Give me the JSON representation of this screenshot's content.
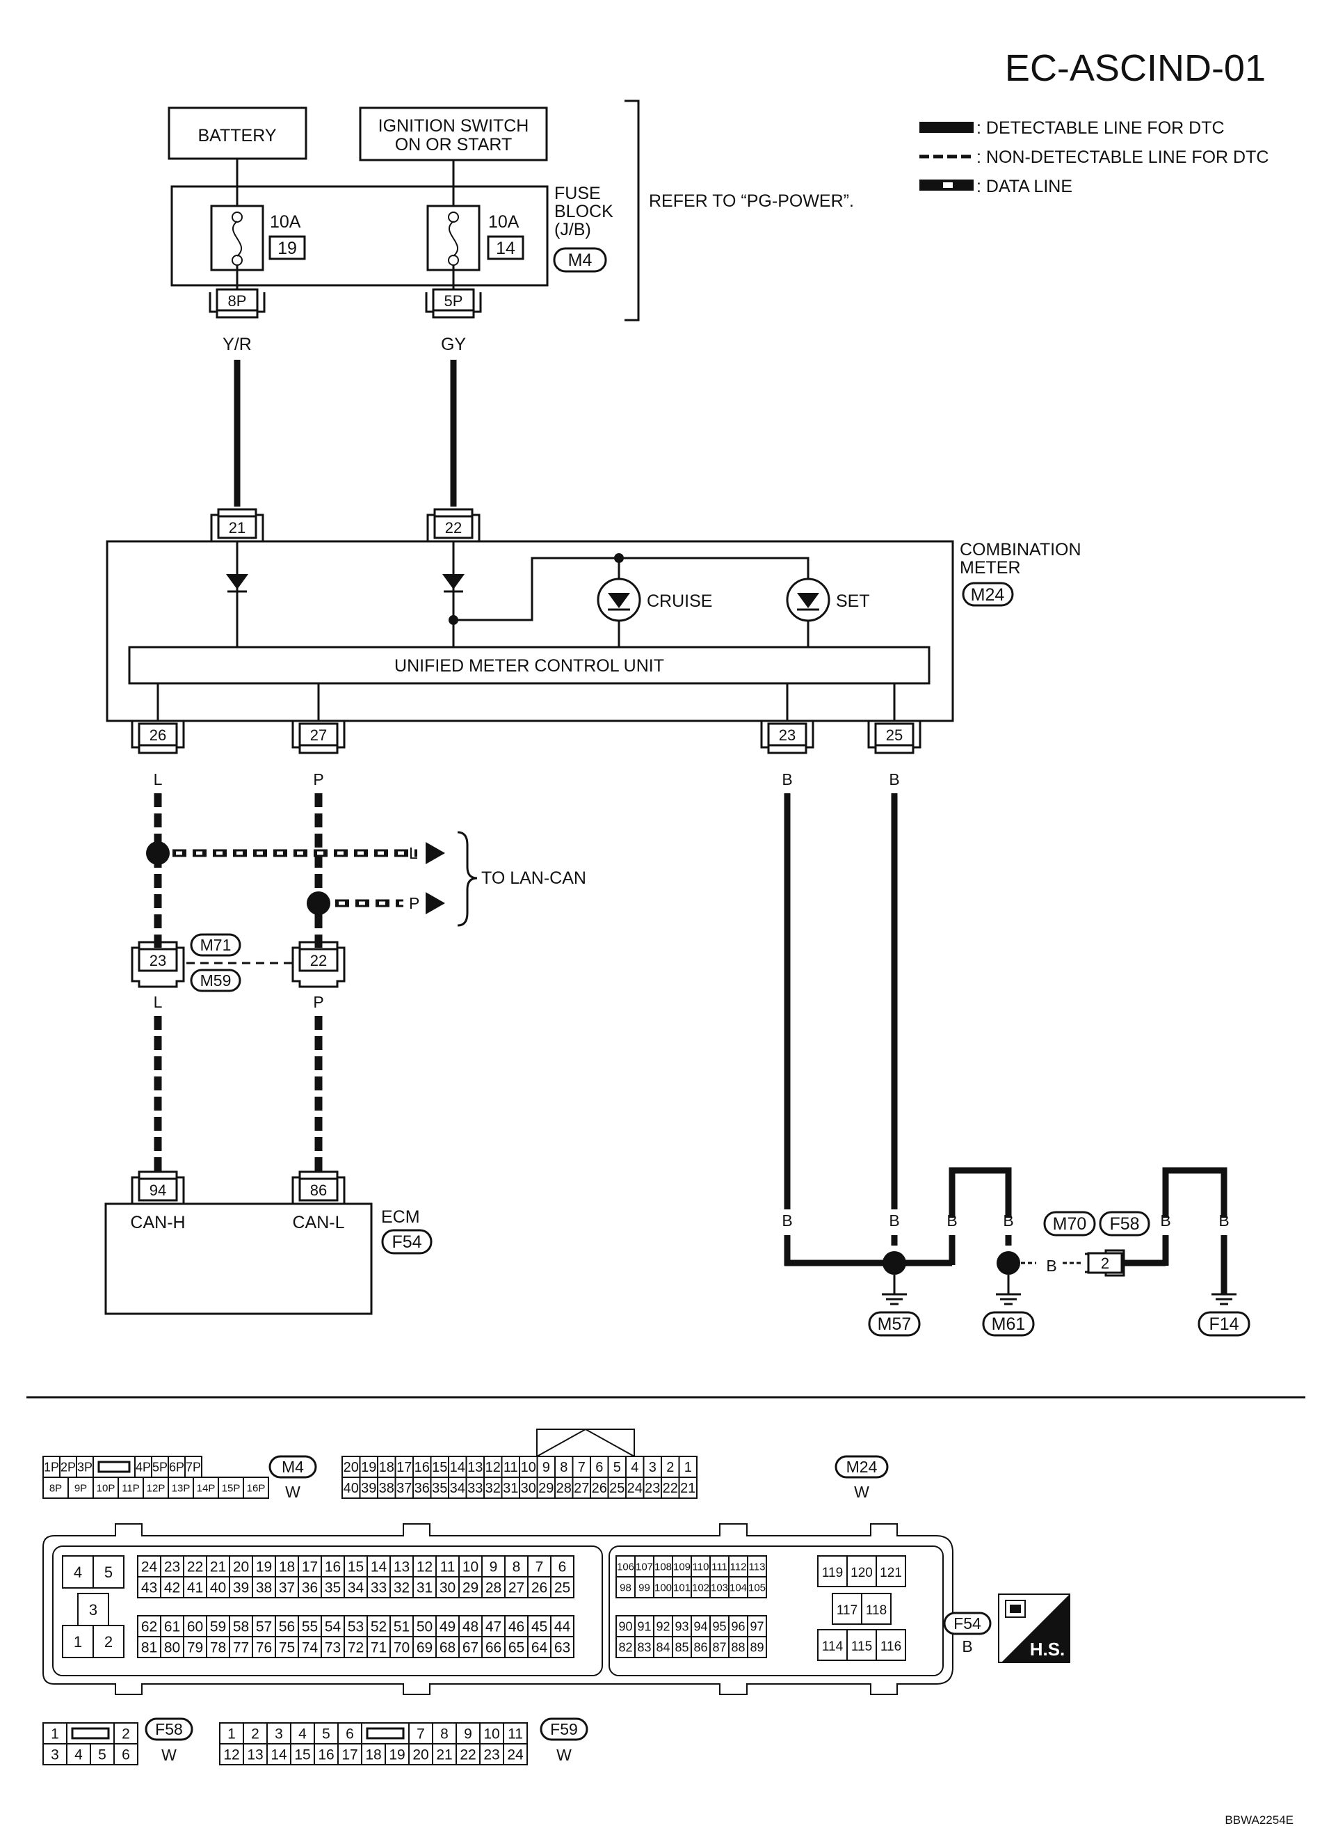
{
  "page_code": "EC-ASCIND-01",
  "legend": {
    "detectable": ": DETECTABLE LINE FOR DTC",
    "non_detectable": ": NON-DETECTABLE LINE FOR DTC",
    "data_line": ": DATA LINE"
  },
  "power": {
    "battery": "BATTERY",
    "ignition_line1": "IGNITION SWITCH",
    "ignition_line2": "ON OR START"
  },
  "fuse_block": {
    "line1": "FUSE",
    "line2": "BLOCK",
    "line3": "(J/B)",
    "connector": "M4",
    "refer": "REFER TO “PG-POWER”.",
    "fuses": [
      {
        "amps": "10A",
        "number": "19",
        "pin": "8P",
        "wire": "Y/R"
      },
      {
        "amps": "10A",
        "number": "14",
        "pin": "5P",
        "wire": "GY"
      }
    ]
  },
  "combination_meter": {
    "line1": "COMBINATION",
    "line2": "METER",
    "connector": "M24",
    "control_unit": "UNIFIED METER CONTROL UNIT",
    "inputs": [
      "21",
      "22"
    ],
    "lamps": [
      "CRUISE",
      "SET"
    ],
    "outputs": [
      {
        "pin": "26",
        "wire": "L"
      },
      {
        "pin": "27",
        "wire": "P"
      },
      {
        "pin": "23",
        "wire": "B"
      },
      {
        "pin": "25",
        "wire": "B"
      }
    ]
  },
  "lan": {
    "label": "TO LAN-CAN",
    "wires": [
      "L",
      "P"
    ]
  },
  "joint_connector": {
    "upper": "M71",
    "lower": "M59",
    "pins": [
      "23",
      "22"
    ],
    "wires": [
      "L",
      "P"
    ]
  },
  "ecm": {
    "label": "ECM",
    "connector": "F54",
    "pins": [
      {
        "pin": "94",
        "signal": "CAN-H"
      },
      {
        "pin": "86",
        "signal": "CAN-L"
      }
    ]
  },
  "grounds": {
    "wire": "B",
    "points": [
      "M57",
      "M61",
      "F14"
    ],
    "inline": {
      "left": "M70",
      "right": "F58",
      "pin": "2"
    }
  },
  "connector_views": {
    "m4": {
      "name": "M4",
      "color": "W",
      "top": [
        "1P",
        "2P",
        "3P",
        "",
        "4P",
        "5P",
        "6P",
        "7P"
      ],
      "bottom": [
        "8P",
        "9P",
        "10P",
        "11P",
        "12P",
        "13P",
        "14P",
        "15P",
        "16P"
      ]
    },
    "m24": {
      "name": "M24",
      "color": "W",
      "top": [
        "20",
        "19",
        "18",
        "17",
        "16",
        "15",
        "14",
        "13",
        "12",
        "11",
        "10",
        "9",
        "8",
        "7",
        "6",
        "5",
        "4",
        "3",
        "2",
        "1"
      ],
      "bottom": [
        "40",
        "39",
        "38",
        "37",
        "36",
        "35",
        "34",
        "33",
        "32",
        "31",
        "30",
        "29",
        "28",
        "27",
        "26",
        "25",
        "24",
        "23",
        "22",
        "21"
      ]
    },
    "f54": {
      "name": "F54",
      "color": "B",
      "badge": "H.S.",
      "left_block": [
        "4",
        "5",
        "3",
        "1",
        "2"
      ],
      "r1": [
        "24",
        "23",
        "22",
        "21",
        "20",
        "19",
        "18",
        "17",
        "16",
        "15",
        "14",
        "13",
        "12",
        "11",
        "10",
        "9",
        "8",
        "7",
        "6"
      ],
      "r2": [
        "43",
        "42",
        "41",
        "40",
        "39",
        "38",
        "37",
        "36",
        "35",
        "34",
        "33",
        "32",
        "31",
        "30",
        "29",
        "28",
        "27",
        "26",
        "25"
      ],
      "r3": [
        "62",
        "61",
        "60",
        "59",
        "58",
        "57",
        "56",
        "55",
        "54",
        "53",
        "52",
        "51",
        "50",
        "49",
        "48",
        "47",
        "46",
        "45",
        "44"
      ],
      "r4": [
        "81",
        "80",
        "79",
        "78",
        "77",
        "76",
        "75",
        "74",
        "73",
        "72",
        "71",
        "70",
        "69",
        "68",
        "67",
        "66",
        "65",
        "64",
        "63"
      ],
      "m1": [
        "106",
        "107",
        "108",
        "109",
        "110",
        "111",
        "112",
        "113"
      ],
      "m2": [
        "98",
        "99",
        "100",
        "101",
        "102",
        "103",
        "104",
        "105"
      ],
      "m3": [
        "90",
        "91",
        "92",
        "93",
        "94",
        "95",
        "96",
        "97"
      ],
      "m4": [
        "82",
        "83",
        "84",
        "85",
        "86",
        "87",
        "88",
        "89"
      ],
      "right_block": [
        "119",
        "120",
        "121",
        "117",
        "118",
        "114",
        "115",
        "116"
      ]
    },
    "f58": {
      "name": "F58",
      "color": "W",
      "top": [
        "1",
        "",
        "2"
      ],
      "bottom": [
        "3",
        "4",
        "5",
        "6"
      ]
    },
    "f59": {
      "name": "F59",
      "color": "W",
      "top": [
        "1",
        "2",
        "3",
        "4",
        "5",
        "6",
        "",
        "7",
        "8",
        "9",
        "10",
        "11"
      ],
      "bottom": [
        "12",
        "13",
        "14",
        "15",
        "16",
        "17",
        "18",
        "19",
        "20",
        "21",
        "22",
        "23",
        "24"
      ]
    }
  },
  "figure_id": "BBWA2254E"
}
